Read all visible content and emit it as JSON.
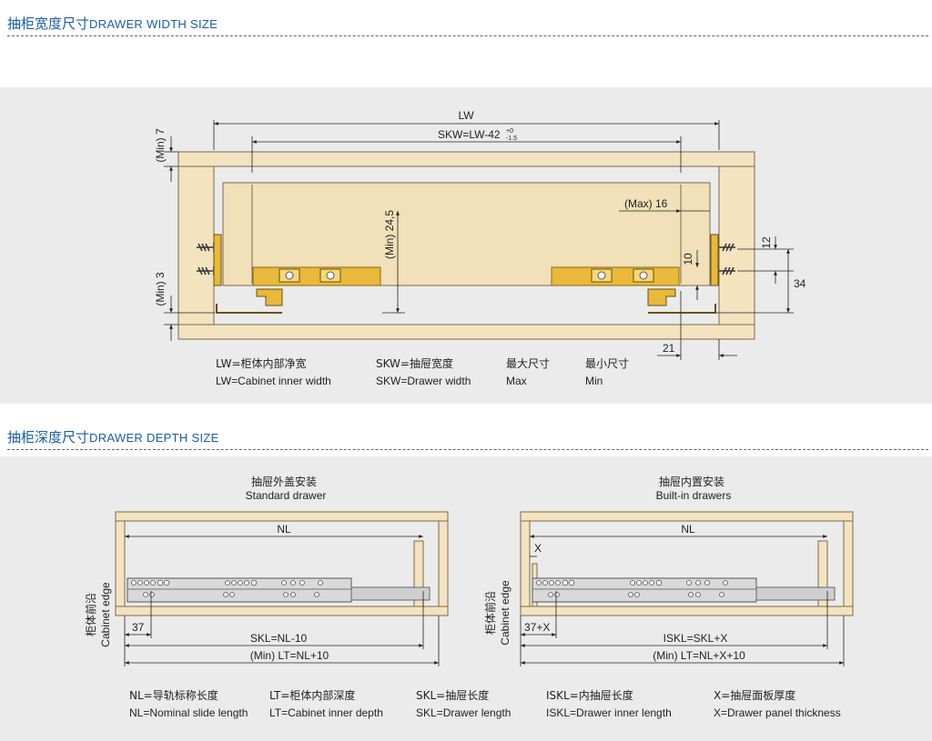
{
  "sections": [
    {
      "title_cn": "抽柜宽度尺寸",
      "title_en": "DRAWER WIDTH SIZE"
    },
    {
      "title_cn": "抽柜深度尺寸",
      "title_en": "DRAWER DEPTH SIZE"
    }
  ],
  "width_diagram": {
    "lw": "LW",
    "skw_main": "SKW=LW-42",
    "skw_tol_plus": "+0",
    "skw_tol_minus": "-1.5",
    "min7": "(Min) 7",
    "min3": "(Min) 3",
    "min245": "(Min) 24,5",
    "max16": "(Max) 16",
    "d10": "10",
    "d12": "12",
    "d34": "34",
    "d21": "21",
    "legend": [
      {
        "cn": "LW=柜体内部净宽",
        "en": "LW=Cabinet inner width"
      },
      {
        "cn": "SKW=抽屉宽度",
        "en": "SKW=Drawer width"
      },
      {
        "cn": "最大尺寸",
        "en": "Max"
      },
      {
        "cn": "最小尺寸",
        "en": "Min"
      }
    ],
    "colors": {
      "wood": "#f3e3bf",
      "wood_stroke": "#7a6a50",
      "hardware": "#e8b93a",
      "dim": "#222222"
    }
  },
  "depth_diagram": {
    "left": {
      "title_cn": "抽屉外盖安装",
      "title_en": "Standard drawer",
      "nl": "NL",
      "d37": "37",
      "skl": "SKL=NL-10",
      "lt": "(Min) LT=NL+10",
      "edge_cn": "柜体前沿",
      "edge_en": "Cabinet edge"
    },
    "right": {
      "title_cn": "抽屉内置安装",
      "title_en": "Built-in drawers",
      "nl": "NL",
      "x": "X",
      "d37x": "37+X",
      "iskl": "ISKL=SKL+X",
      "lt": "(Min) LT=NL+X+10",
      "edge_cn": "柜体前沿",
      "edge_en": "Cabinet edge"
    },
    "legend": [
      {
        "cn": "NL=导轨标称长度",
        "en": "NL=Nominal slide length"
      },
      {
        "cn": "LT=柜体内部深度",
        "en": "LT=Cabinet inner depth"
      },
      {
        "cn": "SKL=抽屉长度",
        "en": "SKL=Drawer length"
      },
      {
        "cn": "ISKL=内抽屉长度",
        "en": "ISKL=Drawer inner length"
      },
      {
        "cn": "X=抽屉面板厚度",
        "en": "X=Drawer panel thickness"
      }
    ]
  }
}
